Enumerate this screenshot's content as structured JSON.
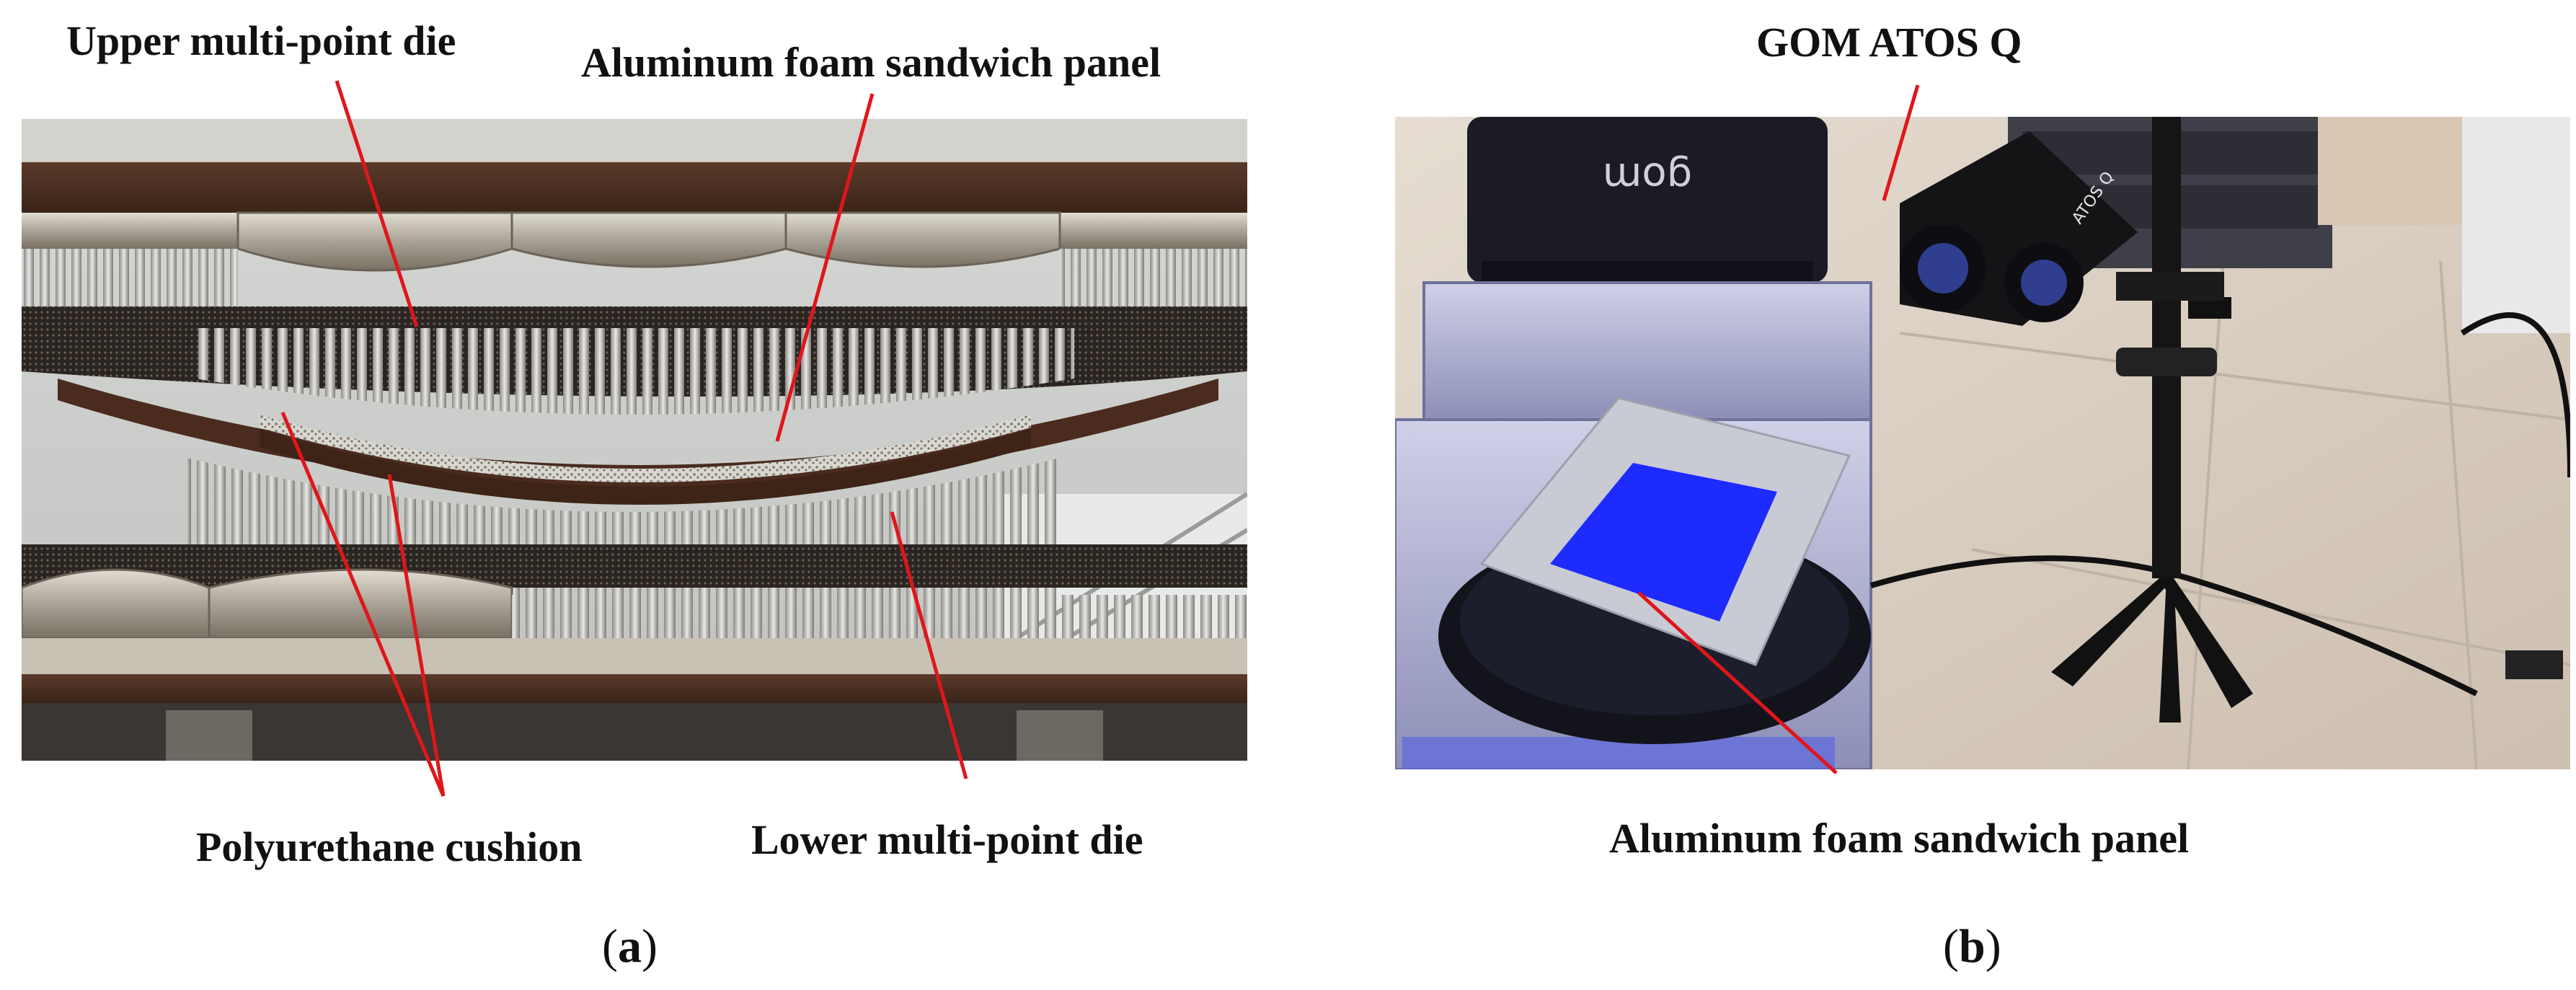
{
  "panel_a": {
    "labels": {
      "upper_die": "Upper multi-point die",
      "foam_panel": "Aluminum foam sandwich panel",
      "cushion": "Polyurethane cushion",
      "lower_die": "Lower multi-point die"
    },
    "caption_letter": "a"
  },
  "panel_b": {
    "labels": {
      "scanner": "GOM ATOS Q",
      "foam_panel": "Aluminum foam sandwich panel",
      "case_logo": "gom",
      "scanner_text": "ATOS Q"
    },
    "caption_letter": "b"
  },
  "colors": {
    "leader_line": "#e0161b",
    "scan_blue": "#1e2bff"
  }
}
